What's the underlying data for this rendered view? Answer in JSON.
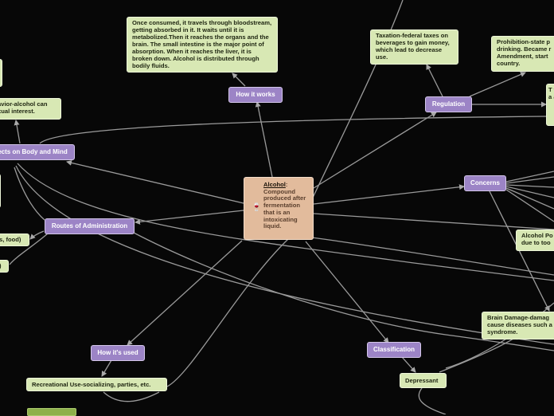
{
  "central": {
    "icon": "wine-glass-icon",
    "title": "Alcohol",
    "body": ": Compound produced after fermentation that is an intoxicating liquid."
  },
  "nodes": {
    "how_it_works": "How it works",
    "how_it_works_detail": "Once consumed, it travels through bloodstream, getting absorbed in it. It waits until it is metabolized.Then it reaches the organs and the brain. The small intestine is the major point of absorption. When it reaches the liver, it is broken down. Alcohol is distributed through bodily fluids.",
    "regulation": "Regulation",
    "taxation": "Taxation-federal taxes on beverages to gain money, which lead to decrease use.",
    "prohibition": "Prohibition-state p drinking. Became r Amendment, start country.",
    "effects": "ects on Body and Mind",
    "behavior": "avior-alcohol can xual interest.",
    "concerns": "Concerns",
    "alcohol_poisoning": "Alcohol Po due to too",
    "brain_damage": "Brain Damage-damag cause diseases such a syndrome.",
    "routes": "Routes of Administration",
    "routes_food": "s, food)",
    "routes_paren": ")",
    "how_used": "How it's used",
    "recreational": "Recreational Use-socializing, parties, etc.",
    "classification": "Classification",
    "depressant": "Depressant",
    "right_partial": "T w a a"
  }
}
